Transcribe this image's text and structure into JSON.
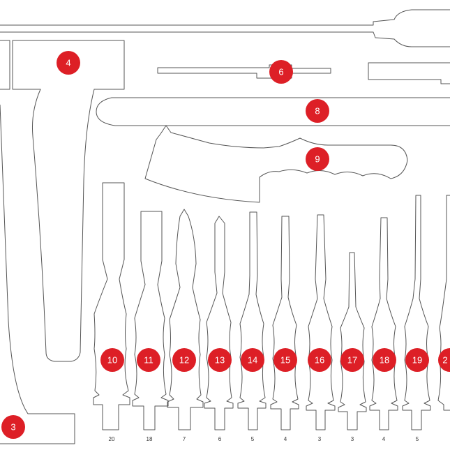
{
  "colors": {
    "badge": "#dd1f26",
    "outline": "#555555",
    "label": "#333333"
  },
  "badges": {
    "b3": "3",
    "b4": "4",
    "b6": "6",
    "b8": "8",
    "b9": "9",
    "b10": "10",
    "b11": "11",
    "b12": "12",
    "b13": "13",
    "b14": "14",
    "b15": "15",
    "b16": "16",
    "b17": "17",
    "b18": "18",
    "b19": "19",
    "b20": "2"
  },
  "sizes": {
    "s10": "20",
    "s11": "18",
    "s12": "7",
    "s13": "6",
    "s14": "5",
    "s15": "4",
    "s16": "3",
    "s17": "3",
    "s18": "4",
    "s19": "5"
  }
}
